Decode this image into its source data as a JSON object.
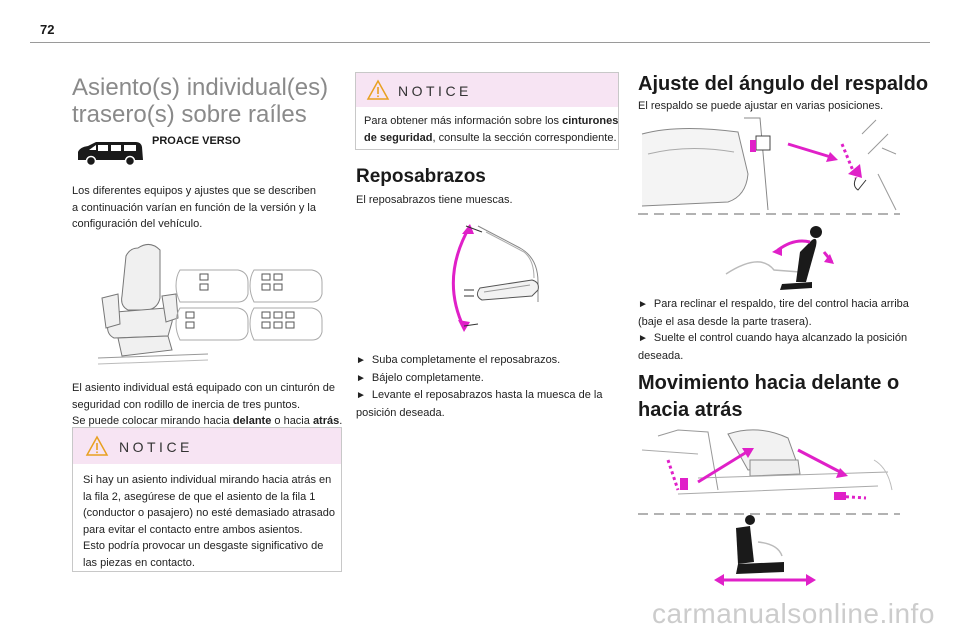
{
  "page": {
    "number": "72"
  },
  "col1": {
    "title_lines": [
      "Asiento(s) individual(es)",
      "trasero(s) sobre raíles"
    ],
    "model": "PROACE VERSO",
    "intro_lines": [
      "Los diferentes equipos y ajustes que se describen",
      "a continuación varían en función de la versión y la",
      "configuración del vehículo."
    ],
    "desc": {
      "line1": "El asiento individual está equipado con un cinturón de",
      "line2": "seguridad con rodillo de inercia de tres puntos.",
      "line3_pre": "Se puede colocar mirando hacia ",
      "line3_b1": "delante",
      "line3_mid": " o hacia ",
      "line3_b2": "atrás",
      "line3_end": "."
    },
    "notice": {
      "label": "NOTICE",
      "lines": [
        "Si hay un asiento individual mirando hacia atrás en",
        "la fila 2, asegúrese de que el asiento de la fila 1",
        "(conductor o pasajero) no esté demasiado atrasado",
        "para evitar el contacto entre ambos asientos.",
        "Esto podría provocar un desgaste significativo de",
        "las piezas en contacto."
      ]
    }
  },
  "col2": {
    "notice": {
      "label": "NOTICE",
      "line1_pre": "Para obtener más información sobre los ",
      "line1_bold": "cinturones",
      "line2_bold": "de seguridad",
      "line2_rest": ", consulte la sección correspondiente."
    },
    "armrest_title": "Reposabrazos",
    "armrest_intro": "El reposabrazos tiene muescas.",
    "steps": [
      "Suba completamente el reposabrazos.",
      "Bájelo completamente.",
      "Levante el reposabrazos hasta la muesca de la"
    ],
    "step3_cont": "posición deseada.",
    "bullet": "►"
  },
  "col3": {
    "backrest_title": "Ajuste del ángulo del respaldo",
    "backrest_intro": "El respaldo se puede ajustar en varias posiciones.",
    "steps": [
      {
        "l1": "Para reclinar el respaldo, tire del control hacia arriba",
        "l2": "(baje el asa desde la parte trasera)."
      },
      {
        "l1": "Suelte el control cuando haya alcanzado la posición",
        "l2": "deseada."
      }
    ],
    "move_title_lines": [
      "Movimiento hacia delante o",
      "hacia atrás"
    ]
  },
  "watermark": "carmanualsonline.info",
  "colors": {
    "accent": "#e020c8",
    "notice_bg": "#f7e4f3",
    "title_grey": "#8a8a8a"
  }
}
